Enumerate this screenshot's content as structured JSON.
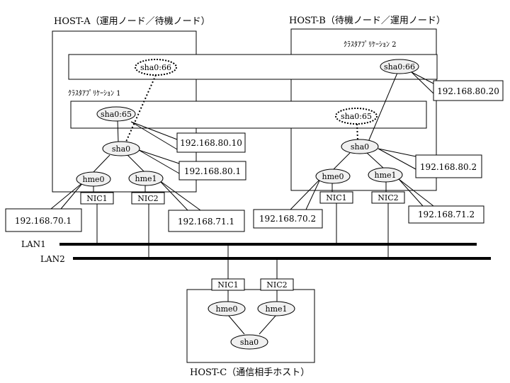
{
  "hosts": {
    "a": "HOST-A（運用ノード／待機ノード）",
    "b": "HOST-B（待機ノード／運用ノード）",
    "c": "HOST-C（通信相手ホスト）"
  },
  "apps": {
    "app1": "ｸﾗｽﾀｱﾌﾟﾘｹｰｼｮﾝ 1",
    "app2": "ｸﾗｽﾀｱﾌﾟﾘｹｰｼｮﾝ 2"
  },
  "interfaces": {
    "sha0_66": "sha0:66",
    "sha0_65": "sha0:65",
    "sha0": "sha0",
    "hme0": "hme0",
    "hme1": "hme1",
    "nic1": "NIC1",
    "nic2": "NIC2"
  },
  "ips": {
    "a_sha0_65": "192.168.80.10",
    "a_sha0": "192.168.80.1",
    "a_hme0": "192.168.70.1",
    "a_hme1": "192.168.71.1",
    "b_sha0_66": "192.168.80.20",
    "b_sha0": "192.168.80.2",
    "b_hme0": "192.168.70.2",
    "b_hme1": "192.168.71.2"
  },
  "lans": {
    "lan1": "LAN1",
    "lan2": "LAN2"
  }
}
